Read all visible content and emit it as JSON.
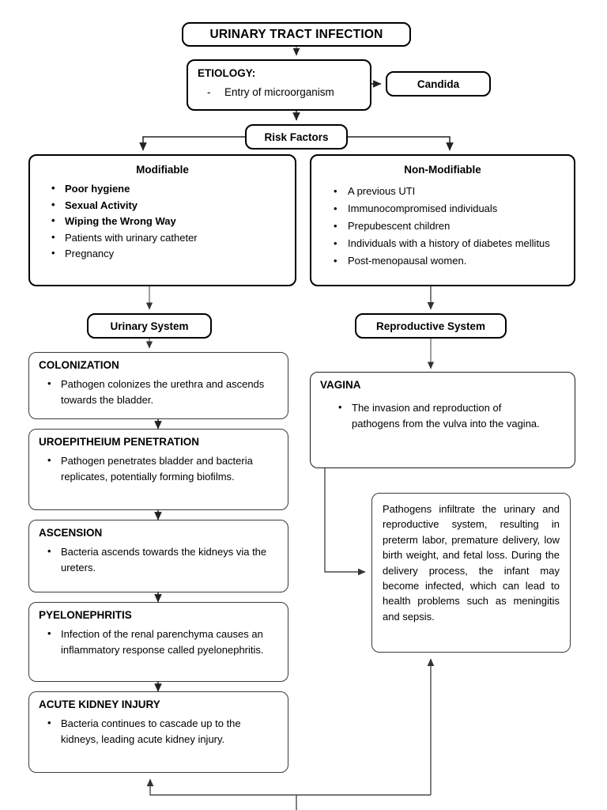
{
  "diagram": {
    "title": "Urinary Tract Infection pathophysiology flowchart",
    "nodes": {
      "root": {
        "label": "URINARY TRACT INFECTION"
      },
      "etiology": {
        "header": "ETIOLOGY:",
        "item": "Entry of microorganism"
      },
      "candida": {
        "label": "Candida"
      },
      "risk_factors": {
        "label": "Risk Factors"
      },
      "modifiable": {
        "header": "Modifiable",
        "items": [
          {
            "text": "Poor hygiene",
            "bold": true
          },
          {
            "text": "Sexual Activity",
            "bold": true
          },
          {
            "text": "Wiping the Wrong Way",
            "bold": true
          },
          {
            "text": "Patients with urinary catheter",
            "bold": false
          },
          {
            "text": "Pregnancy",
            "bold": false
          }
        ]
      },
      "non_modifiable": {
        "header": "Non-Modifiable",
        "items": [
          "A previous UTI",
          "Immunocompromised individuals",
          "Prepubescent children",
          "Individuals with a history of diabetes mellitus",
          "Post-menopausal women."
        ]
      },
      "urinary_system": {
        "label": "Urinary System"
      },
      "reproductive_system": {
        "label": "Reproductive System"
      },
      "colonization": {
        "header": "COLONIZATION",
        "item": "Pathogen colonizes the urethra and ascends towards the bladder."
      },
      "uroepitheium_penetration": {
        "header": "UROEPITHEIUM PENETRATION",
        "item": "Pathogen penetrates bladder and bacteria replicates, potentially forming biofilms."
      },
      "ascension": {
        "header": "ASCENSION",
        "item": "Bacteria ascends towards the kidneys via the ureters."
      },
      "pyelonephritis": {
        "header": "PYELONEPHRITIS",
        "item": "Infection of the renal parenchyma causes an inflammatory response called pyelonephritis."
      },
      "acute_kidney_injury": {
        "header": "ACUTE KIDNEY INJURY",
        "item": "Bacteria continues to cascade up to the kidneys, leading acute kidney injury."
      },
      "vagina": {
        "header": "VAGINA",
        "item": "The invasion and reproduction of pathogens from the vulva into the vagina."
      },
      "outcome": {
        "paragraph": "Pathogens infiltrate the urinary and reproductive system, resulting in preterm labor, premature delivery, low birth weight, and fetal loss. During the delivery process, the infant may become infected, which can lead to health problems such as meningitis and sepsis."
      }
    },
    "colors": {
      "stroke": "#1a1a1a",
      "thin_stroke": "#5a5a5a",
      "background": "#ffffff",
      "text": "#000000"
    }
  }
}
